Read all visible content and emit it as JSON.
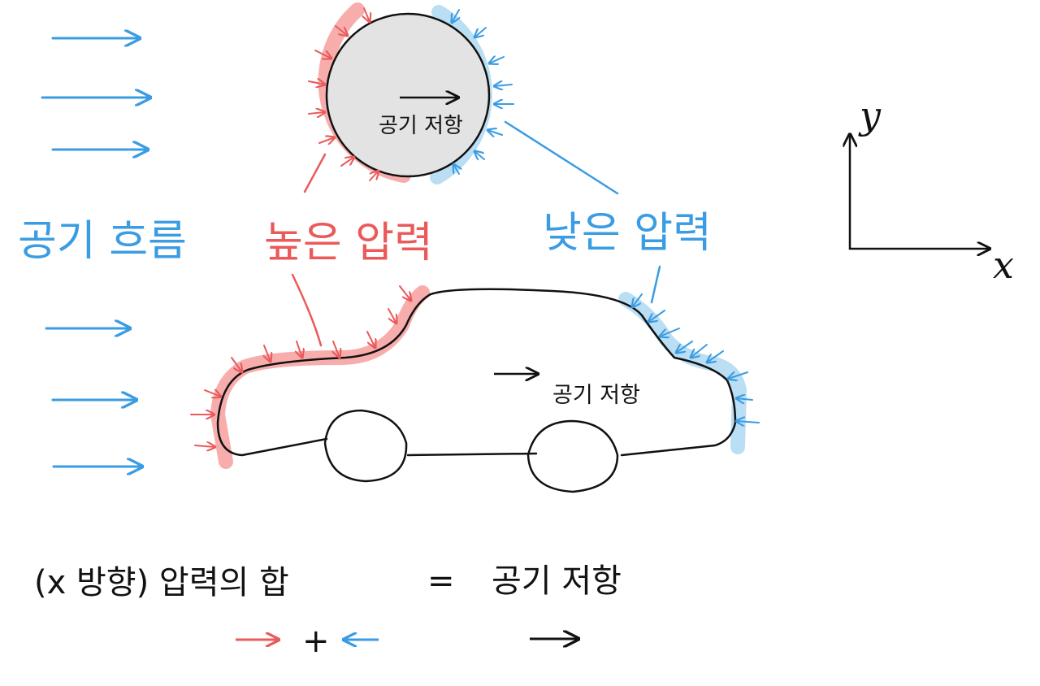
{
  "colors": {
    "high_pressure": "#ea5a5a",
    "high_pressure_band": "#f7a4a4",
    "low_pressure": "#3a9ce2",
    "low_pressure_band": "#b6dcf3",
    "drag": "#111111",
    "ball_fill": "#e3e3e3"
  },
  "labels": {
    "airflow": "공기 흐름",
    "high_pressure": "높은 압력",
    "low_pressure": "낮은 압력",
    "ball_drag": "공기 저항",
    "car_drag": "공기 저항"
  },
  "axes": {
    "x": "x",
    "y": "y"
  },
  "equation": {
    "lhs": "(x 방향) 압력의 합",
    "equals": "=",
    "rhs": "공기 저항",
    "plus": "+"
  },
  "icons": {
    "airflow": "arrow-right-icon",
    "high_pressure_force": "arrow-right-icon",
    "low_pressure_force": "arrow-left-icon",
    "drag_force": "arrow-right-icon"
  }
}
